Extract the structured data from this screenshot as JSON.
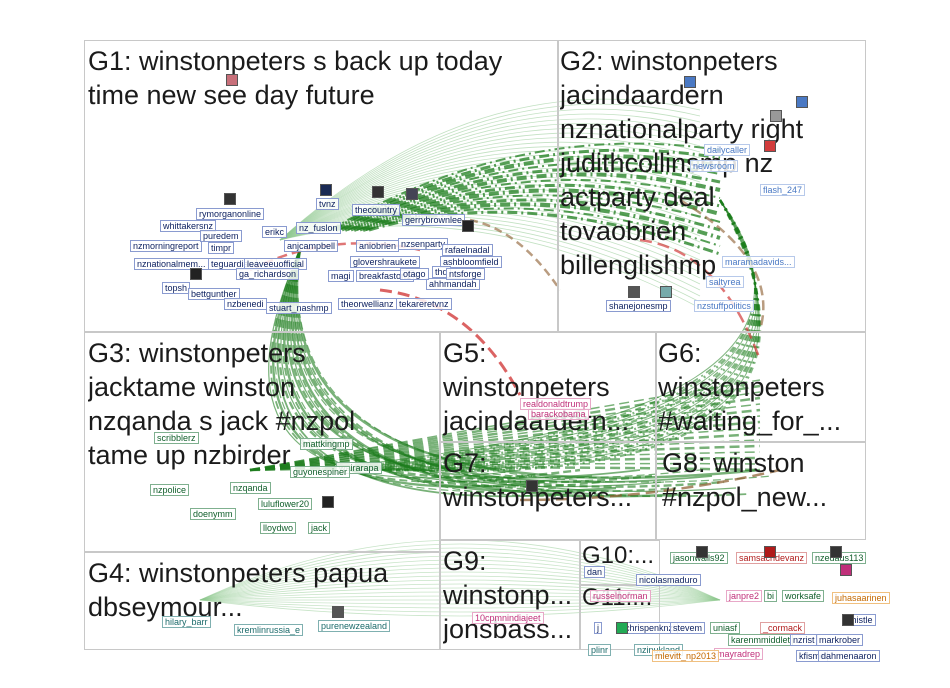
{
  "groups": [
    {
      "id": "G1",
      "title": "G1: winstonpeters s back up today\ntime new see day future"
    },
    {
      "id": "G2",
      "title": "G2: winstonpeters\njacindaardern\nnznationalparty right\njudithcollinsmp nz\nactparty deal\ntovaobrien\nbillenglishmp"
    },
    {
      "id": "G3",
      "title": "G3: winstonpeters\njacktame winston\nnzqanda s jack #nzpol\ntame up nzbirder"
    },
    {
      "id": "G4",
      "title": "G4: winstonpeters papua\ndbseymour..."
    },
    {
      "id": "G5",
      "title": "G5:\nwinstonpeters\njacindaardern..."
    },
    {
      "id": "G6",
      "title": "G6:\nwinstonpeters\n#waiting_for_..."
    },
    {
      "id": "G7",
      "title": "G7:\nwinstonpeters..."
    },
    {
      "id": "G8",
      "title": "G8: winston\n#nzpol_new..."
    },
    {
      "id": "G9",
      "title": "G9:\nwinstonp...\njonsbass..."
    },
    {
      "id": "G10",
      "title": "G10:..."
    },
    {
      "id": "G11",
      "title": "G11:..."
    }
  ],
  "nodes": [
    {
      "label": "tvnz",
      "tone": "dark"
    },
    {
      "label": "thecountry",
      "tone": "dark"
    },
    {
      "label": "gerrybrownlee",
      "tone": "dark"
    },
    {
      "label": "whittakersnz",
      "tone": "dark"
    },
    {
      "label": "rymorganonline",
      "tone": "dark"
    },
    {
      "label": "nzmorningreport",
      "tone": "dark"
    },
    {
      "label": "puredem",
      "tone": "dark"
    },
    {
      "label": "erikc",
      "tone": "dark"
    },
    {
      "label": "nz_fuslon",
      "tone": "dark"
    },
    {
      "label": "timpr",
      "tone": "dark"
    },
    {
      "label": "nzsenparty",
      "tone": "dark"
    },
    {
      "label": "anjcampbell",
      "tone": "dark"
    },
    {
      "label": "aniobrien",
      "tone": "dark"
    },
    {
      "label": "nznationalmem...",
      "tone": "dark"
    },
    {
      "label": "teguardian",
      "tone": "dark"
    },
    {
      "label": "leaveeuofficial",
      "tone": "dark"
    },
    {
      "label": "glovershraukete",
      "tone": "dark"
    },
    {
      "label": "rafaelnadal",
      "tone": "dark"
    },
    {
      "label": "ashbloomfield",
      "tone": "dark"
    },
    {
      "label": "thd",
      "tone": "dark"
    },
    {
      "label": "ahhmandah",
      "tone": "dark"
    },
    {
      "label": "topsh",
      "tone": "dark"
    },
    {
      "label": "bettgunther",
      "tone": "dark"
    },
    {
      "label": "ga_richardson",
      "tone": "dark"
    },
    {
      "label": "magi",
      "tone": "dark"
    },
    {
      "label": "breakfaston1",
      "tone": "dark"
    },
    {
      "label": "otago",
      "tone": "dark"
    },
    {
      "label": "ntsforge",
      "tone": "dark"
    },
    {
      "label": "nzbenedi",
      "tone": "dark"
    },
    {
      "label": "stuart_nashmp",
      "tone": "dark"
    },
    {
      "label": "theorwellianz",
      "tone": "dark"
    },
    {
      "label": "tekareretvnz",
      "tone": "dark"
    },
    {
      "label": "dailycaller",
      "tone": "light"
    },
    {
      "label": "newsroom",
      "tone": "light"
    },
    {
      "label": "flash_247",
      "tone": "light"
    },
    {
      "label": "maramadavids...",
      "tone": "light"
    },
    {
      "label": "shanejonesmp",
      "tone": "dark"
    },
    {
      "label": "nzstuffpolitics",
      "tone": "light"
    },
    {
      "label": "saltyrea",
      "tone": "light"
    },
    {
      "label": "nzqanda",
      "tone": "green"
    },
    {
      "label": "mattkingmp",
      "tone": "green"
    },
    {
      "label": "scribblerz",
      "tone": "green"
    },
    {
      "label": "wairarapa",
      "tone": "green"
    },
    {
      "label": "nzpolice",
      "tone": "green"
    },
    {
      "label": "guyonespiner",
      "tone": "green"
    },
    {
      "label": "luluflower20",
      "tone": "green"
    },
    {
      "label": "doenymm",
      "tone": "green"
    },
    {
      "label": "lloydwo",
      "tone": "green"
    },
    {
      "label": "jack",
      "tone": "green"
    },
    {
      "label": "hilary_barr",
      "tone": "teal"
    },
    {
      "label": "kremlinrussia_e",
      "tone": "teal"
    },
    {
      "label": "purenewzealand",
      "tone": "teal"
    },
    {
      "label": "barackobama",
      "tone": "pink"
    },
    {
      "label": "realdonaldtrump",
      "tone": "pink"
    },
    {
      "label": "dan",
      "tone": "dark"
    },
    {
      "label": "russelnorman",
      "tone": "pink"
    },
    {
      "label": "10cpmnindiajeet",
      "tone": "pink"
    },
    {
      "label": "plinr",
      "tone": "teal"
    },
    {
      "label": "nzinukland",
      "tone": "teal"
    },
    {
      "label": "jasonwalls92",
      "tone": "green"
    },
    {
      "label": "samsachdevanz",
      "tone": "red"
    },
    {
      "label": "nzedaus113",
      "tone": "green"
    },
    {
      "label": "nicolasmaduro",
      "tone": "dark"
    },
    {
      "label": "janpre2",
      "tone": "pink"
    },
    {
      "label": "bi",
      "tone": "green"
    },
    {
      "label": "worksafe",
      "tone": "green"
    },
    {
      "label": "juhasaarinen",
      "tone": "orange"
    },
    {
      "label": "j",
      "tone": "dark"
    },
    {
      "label": "chrispenknzi",
      "tone": "dark"
    },
    {
      "label": "stevem",
      "tone": "dark"
    },
    {
      "label": "uniasf",
      "tone": "green"
    },
    {
      "label": "_cormack",
      "tone": "red"
    },
    {
      "label": "thistle",
      "tone": "dark"
    },
    {
      "label": "karenmmiddlet",
      "tone": "green"
    },
    {
      "label": "nzrist",
      "tone": "dark"
    },
    {
      "label": "markrober",
      "tone": "dark"
    },
    {
      "label": "mayradrep",
      "tone": "pink"
    },
    {
      "label": "mlevitt_np2013",
      "tone": "orange"
    },
    {
      "label": "kfisme",
      "tone": "dark"
    },
    {
      "label": "dahmenaaron",
      "tone": "dark"
    }
  ],
  "colors": {
    "edge_green": "#1e7d1e",
    "edge_light_green": "#8fc98f",
    "edge_red": "#d23c3c",
    "edge_brown": "#8a5a2b",
    "box_border": "#c8c8c8",
    "title_text": "#1b1b1b"
  }
}
